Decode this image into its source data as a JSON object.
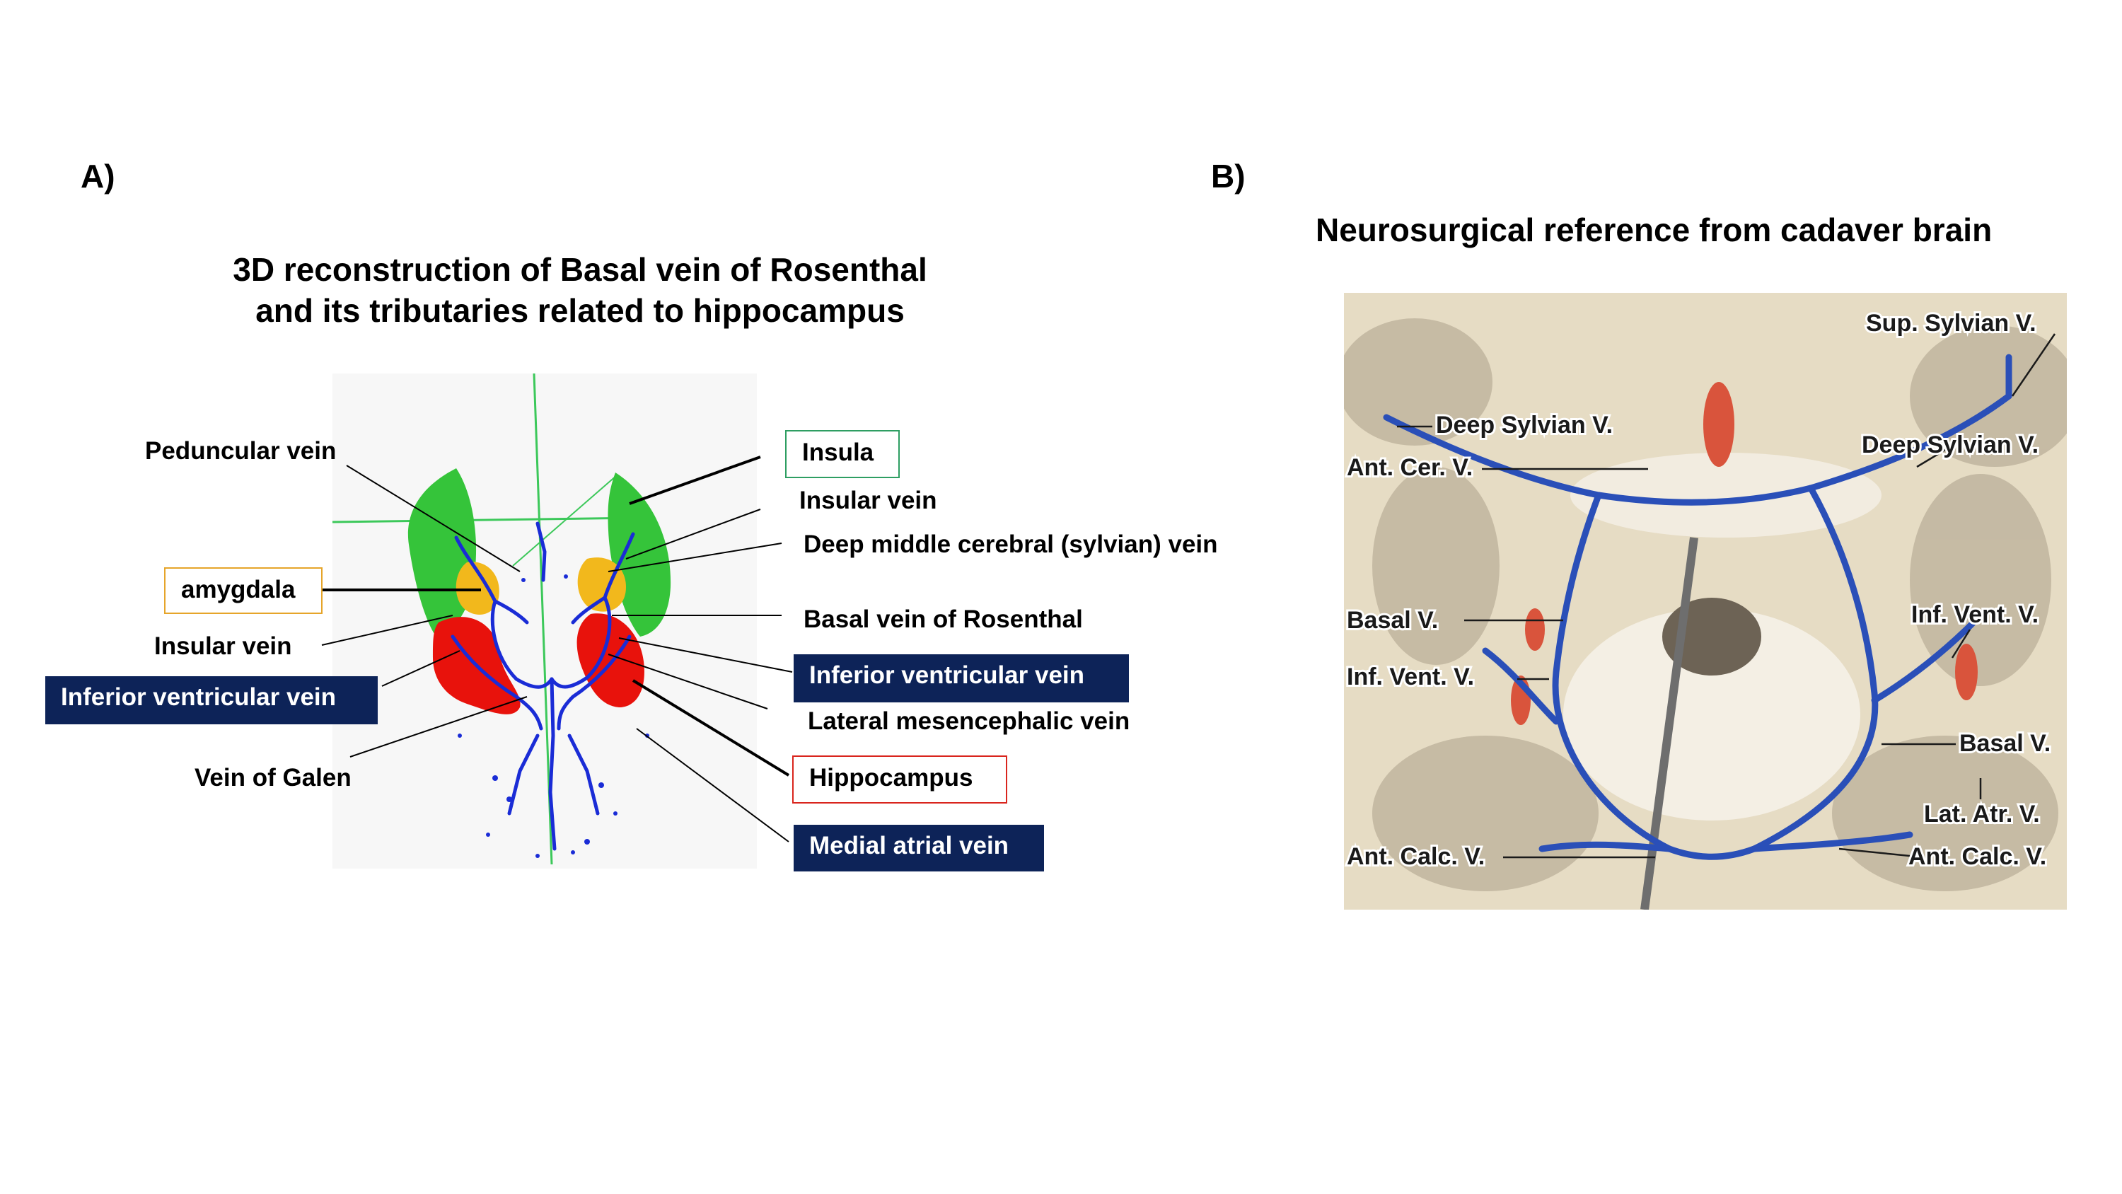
{
  "panel_a": {
    "label": "A)",
    "title_line1": "3D reconstruction of Basal vein of Rosenthal",
    "title_line2": "and its tributaries related to hippocampus",
    "labels": {
      "peduncular_vein": "Peduncular vein",
      "insula": "Insula",
      "insular_vein_right": "Insular vein",
      "deep_middle_cerebral": "Deep middle cerebral (sylvian) vein",
      "amygdala": "amygdala",
      "basal_vein_rosenthal": "Basal vein of Rosenthal",
      "insular_vein_left": "Insular vein",
      "inferior_ventricular_left": "Inferior ventricular vein",
      "inferior_ventricular_right": "Inferior ventricular vein",
      "lateral_mesencephalic": "Lateral mesencephalic vein",
      "vein_of_galen": "Vein of Galen",
      "hippocampus": "Hippocampus",
      "medial_atrial": "Medial atrial vein"
    },
    "colors": {
      "insula": "#35c43a",
      "amygdala": "#f2b81c",
      "hippocampus": "#e8120c",
      "veins": "#1a2cd6",
      "axes": "#3cc85a",
      "navy_box": "#0d2358"
    }
  },
  "panel_b": {
    "label": "B)",
    "title": "Neurosurgical reference from cadaver brain",
    "labels": {
      "sup_sylvian": "Sup. Sylvian V.",
      "deep_sylvian_left": "Deep Sylvian V.",
      "deep_sylvian_right": "Deep Sylvian V.",
      "ant_cer": "Ant. Cer. V.",
      "basal_left": "Basal V.",
      "inf_vent_left": "Inf. Vent. V.",
      "inf_vent_right": "Inf. Vent. V.",
      "basal_right": "Basal V.",
      "lat_atr": "Lat. Atr. V.",
      "ant_calc_left": "Ant. Calc. V.",
      "ant_calc_right": "Ant. Calc. V."
    },
    "colors": {
      "tissue": "#ece3cf",
      "veins": "#2a4fb8",
      "arteries": "#d9543c"
    }
  }
}
